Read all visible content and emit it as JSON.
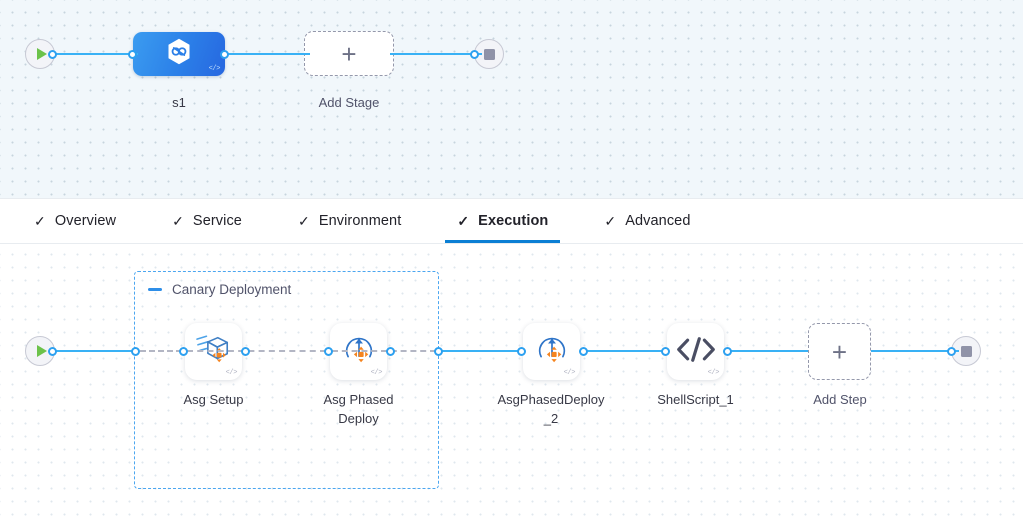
{
  "stage_canvas": {
    "start_node": {
      "name": "pipeline-start",
      "icon": "play-icon"
    },
    "end_node": {
      "name": "pipeline-end",
      "icon": "stop-icon"
    },
    "stage": {
      "label": "s1",
      "icon": "harness-cd-hexagon-icon",
      "badge": "</>",
      "color": "#2b7fe8"
    },
    "add_stage": {
      "label": "Add Stage",
      "icon": "plus-icon"
    }
  },
  "tabs": {
    "check_glyph": "✓",
    "items": [
      {
        "label": "Overview",
        "active": false
      },
      {
        "label": "Service",
        "active": false
      },
      {
        "label": "Environment",
        "active": false
      },
      {
        "label": "Execution",
        "active": true
      },
      {
        "label": "Advanced",
        "active": false
      }
    ],
    "active_underline_color": "#0b7fd4"
  },
  "execution_canvas": {
    "start_node": {
      "name": "execution-start",
      "icon": "play-icon"
    },
    "end_node": {
      "name": "execution-end",
      "icon": "stop-icon"
    },
    "group": {
      "title": "Canary Deployment",
      "collapse_icon": "minus-icon",
      "border_color": "#4ba6f0"
    },
    "steps": [
      {
        "label": "Asg Setup",
        "icon": "asg-setup-box-icon",
        "badge": "</>",
        "in_group": true
      },
      {
        "label": "Asg Phased Deploy",
        "icon": "asg-phased-deploy-icon",
        "badge": "</>",
        "in_group": true
      },
      {
        "label": "AsgPhasedDeploy_2",
        "icon": "asg-phased-deploy-icon",
        "badge": "</>",
        "in_group": false
      },
      {
        "label": "ShellScript_1",
        "icon": "code-brackets-icon",
        "badge": "</>",
        "in_group": false
      }
    ],
    "add_step": {
      "label": "Add Step",
      "icon": "plus-icon"
    }
  },
  "theme": {
    "link_color": "#39b1f5",
    "dashed_link_color": "#b3b6c4",
    "play_color": "#6cc24a",
    "stop_color": "#9093a8",
    "aws_orange": "#f5841f",
    "step_blue": "#2b7fe8"
  }
}
